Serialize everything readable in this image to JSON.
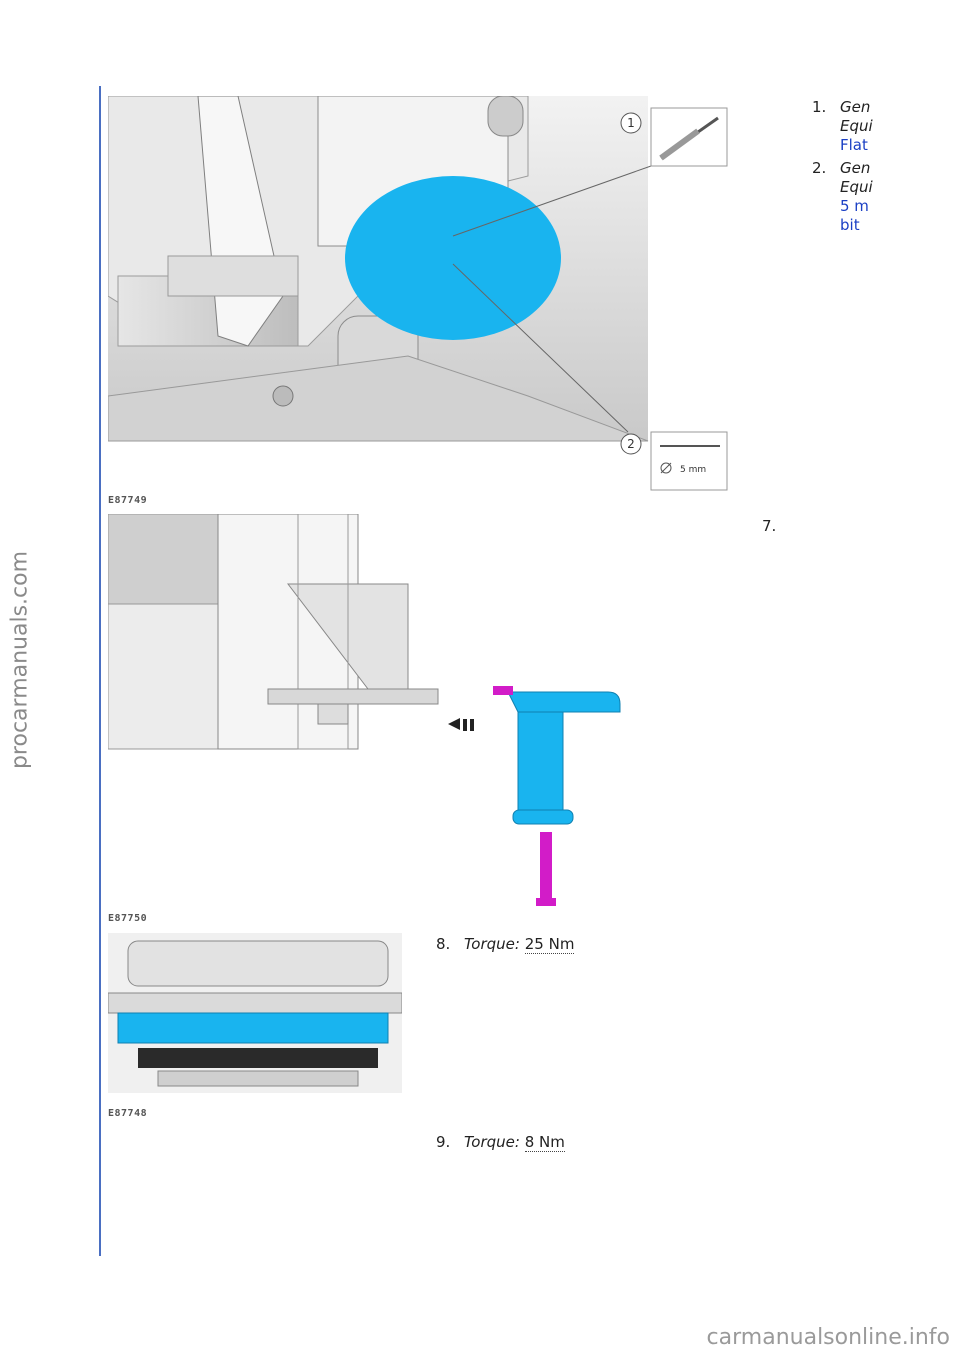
{
  "watermark_left": "procarmanuals.com",
  "watermark_bottom": "carmanualsonline.info",
  "figures": [
    {
      "code": "E87749",
      "callouts": [
        "1",
        "2"
      ],
      "drill_label": "5 mm"
    },
    {
      "code": "E87750"
    },
    {
      "code": "E87748"
    }
  ],
  "equipment_list": [
    {
      "num": "1.",
      "lines": [
        "Gen",
        "Equi"
      ],
      "link_lines": [
        "Flat"
      ]
    },
    {
      "num": "2.",
      "lines": [
        "Gen",
        "Equi"
      ],
      "link_lines": [
        "5 m",
        "bit"
      ]
    }
  ],
  "steps": [
    {
      "num": "7.",
      "label": "",
      "value": ""
    },
    {
      "num": "8.",
      "label": "Torque:",
      "value": "25 Nm"
    },
    {
      "num": "9.",
      "label": "Torque:",
      "value": "8 Nm"
    }
  ],
  "colors": {
    "rule": "#4a6fc2",
    "highlight": "#19b4ef",
    "fastener": "#d21cc8",
    "link": "#1a3fc4"
  }
}
